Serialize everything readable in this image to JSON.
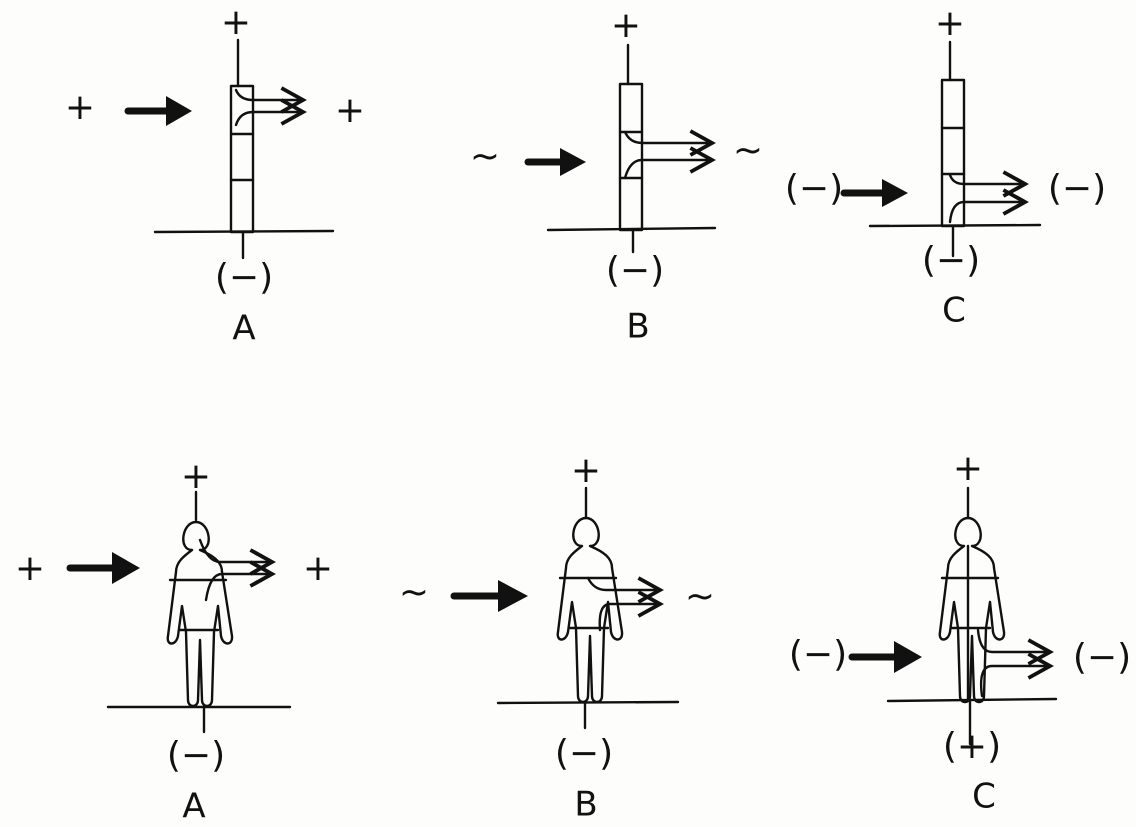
{
  "colors": {
    "ink": "#111111",
    "paper": "#fdfdfb"
  },
  "tree_row": {
    "A": {
      "top": "+",
      "bottom": "(−)",
      "left": "+",
      "right": "+",
      "label": "A"
    },
    "B": {
      "top": "+",
      "bottom": "(−)",
      "left": "~",
      "right": "~",
      "label": "B"
    },
    "C": {
      "top": "+",
      "bottom": "(−)",
      "left": "(−)",
      "right": "(−)",
      "label": "C"
    }
  },
  "figure_row": {
    "A": {
      "top": "+",
      "bottom": "(−)",
      "left": "+",
      "right": "+",
      "label": "A"
    },
    "B": {
      "top": "+",
      "bottom": "(−)",
      "left": "~",
      "right": "~",
      "label": "B"
    },
    "C": {
      "top": "+",
      "bottom": "(+)",
      "left": "(−)",
      "right": "(−)",
      "label": "C"
    }
  }
}
